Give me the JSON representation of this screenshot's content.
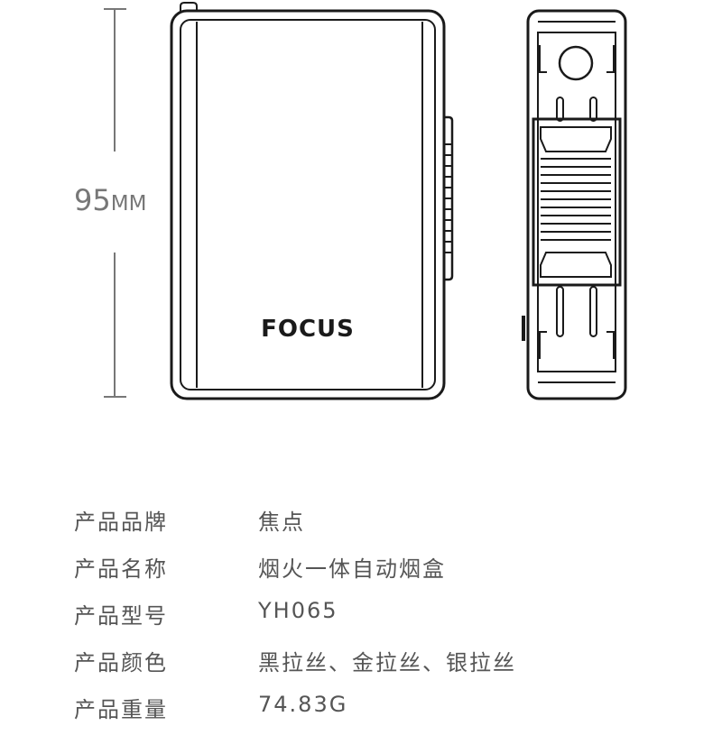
{
  "dimension": {
    "height_label": "95",
    "unit_label": "MM"
  },
  "product_front": {
    "logo_text": "FOCUS"
  },
  "specs": [
    {
      "label": "产品品牌",
      "value": "焦点"
    },
    {
      "label": "产品名称",
      "value": "烟火一体自动烟盒"
    },
    {
      "label": "产品型号",
      "value": "YH065"
    },
    {
      "label": "产品颜色",
      "value": "黑拉丝、金拉丝、银拉丝"
    },
    {
      "label": "产品重量",
      "value": "74.83G"
    }
  ],
  "colors": {
    "line": "#1a1a1a",
    "dimension_line": "#777777",
    "spec_text": "#555555"
  }
}
